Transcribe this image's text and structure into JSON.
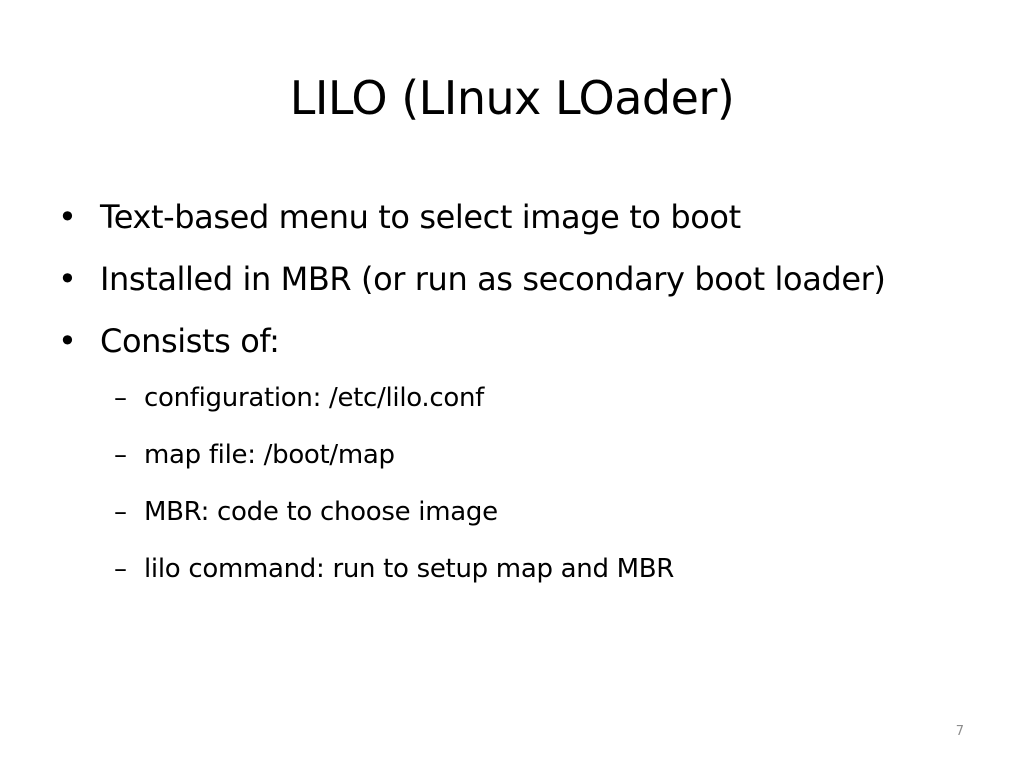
{
  "slide": {
    "title": "LILO (LInux LOader)",
    "bullet_glyph": "•",
    "dash_glyph": "–",
    "bullets": [
      {
        "text": "Text-based menu to select image to boot"
      },
      {
        "text": "Installed in MBR (or run as secondary boot loader)"
      },
      {
        "text": "Consists of:",
        "sub": [
          "configuration: /etc/lilo.conf",
          "map file:  /boot/map",
          "MBR:  code to choose image",
          "lilo command:  run to setup map and MBR"
        ]
      }
    ],
    "page_number": "7"
  }
}
